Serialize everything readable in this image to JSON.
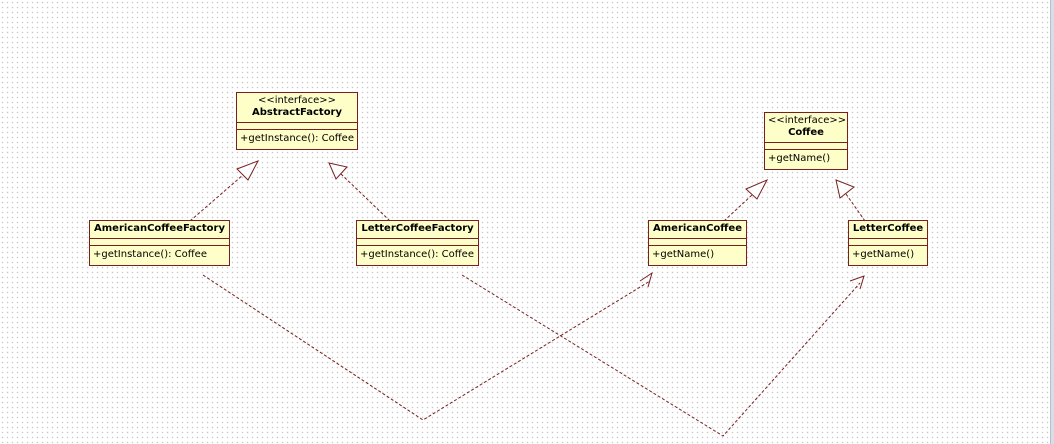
{
  "classes": {
    "abstract_factory": {
      "stereotype": "<<interface>>",
      "name": "AbstractFactory",
      "ops": [
        "+getInstance(): Coffee"
      ]
    },
    "coffee": {
      "stereotype": "<<interface>>",
      "name": "Coffee",
      "ops": [
        "+getName()"
      ]
    },
    "american_coffee_factory": {
      "name": "AmericanCoffeeFactory",
      "ops": [
        "+getInstance(): Coffee"
      ]
    },
    "letter_coffee_factory": {
      "name": "LetterCoffeeFactory",
      "ops": [
        "+getInstance(): Coffee"
      ]
    },
    "american_coffee": {
      "name": "AmericanCoffee",
      "ops": [
        "+getName()"
      ]
    },
    "letter_coffee": {
      "name": "LetterCoffee",
      "ops": [
        "+getName()"
      ]
    }
  },
  "relations": [
    {
      "from": "american_coffee_factory",
      "to": "abstract_factory",
      "kind": "realization"
    },
    {
      "from": "letter_coffee_factory",
      "to": "abstract_factory",
      "kind": "realization"
    },
    {
      "from": "american_coffee",
      "to": "coffee",
      "kind": "realization"
    },
    {
      "from": "letter_coffee",
      "to": "coffee",
      "kind": "realization"
    },
    {
      "from": "american_coffee_factory",
      "to": "american_coffee",
      "kind": "dependency"
    },
    {
      "from": "letter_coffee_factory",
      "to": "letter_coffee",
      "kind": "dependency"
    }
  ],
  "colors": {
    "line": "#7a1f1f",
    "fill": "#fefec9",
    "background": "#ffffff"
  }
}
